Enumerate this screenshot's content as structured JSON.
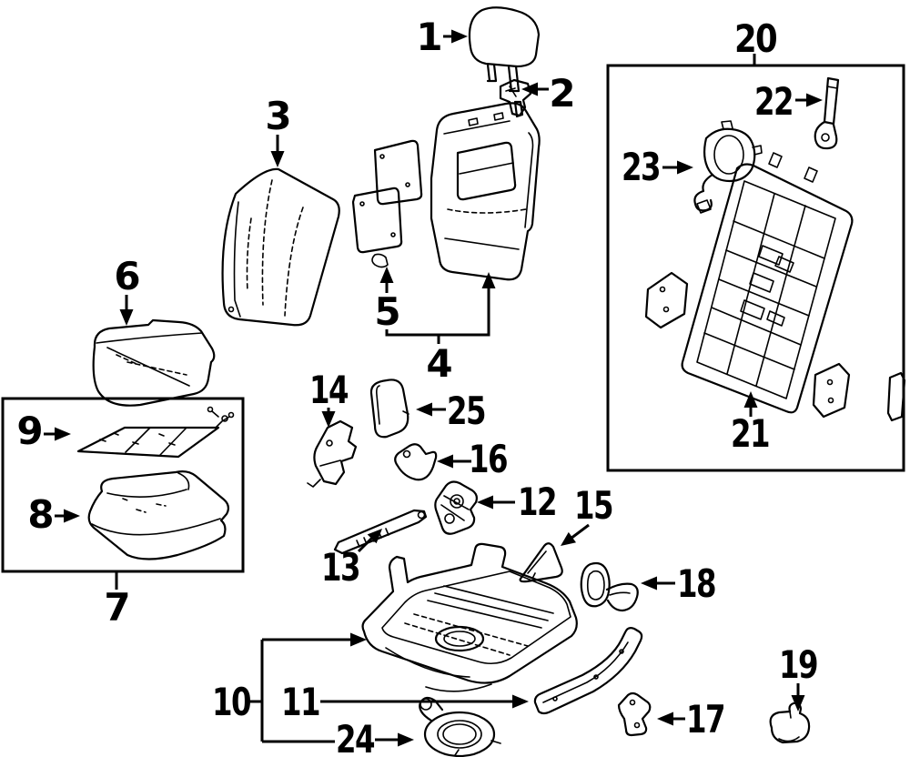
{
  "diagram": {
    "kind": "exploded-parts-diagram",
    "subject": "seat-assembly",
    "background_color": "#ffffff",
    "line_color": "#000000",
    "label_color": "#000000",
    "group_boxes": [
      {
        "label": "7"
      },
      {
        "label": "20"
      }
    ]
  },
  "callouts": [
    {
      "label": "1"
    },
    {
      "label": "2"
    },
    {
      "label": "3"
    },
    {
      "label": "4"
    },
    {
      "label": "5"
    },
    {
      "label": "6"
    },
    {
      "label": "7"
    },
    {
      "label": "8"
    },
    {
      "label": "9"
    },
    {
      "label": "10"
    },
    {
      "label": "11"
    },
    {
      "label": "12"
    },
    {
      "label": "13"
    },
    {
      "label": "14"
    },
    {
      "label": "15"
    },
    {
      "label": "16"
    },
    {
      "label": "17"
    },
    {
      "label": "18"
    },
    {
      "label": "19"
    },
    {
      "label": "20"
    },
    {
      "label": "21"
    },
    {
      "label": "22"
    },
    {
      "label": "23"
    },
    {
      "label": "24"
    },
    {
      "label": "25"
    }
  ]
}
